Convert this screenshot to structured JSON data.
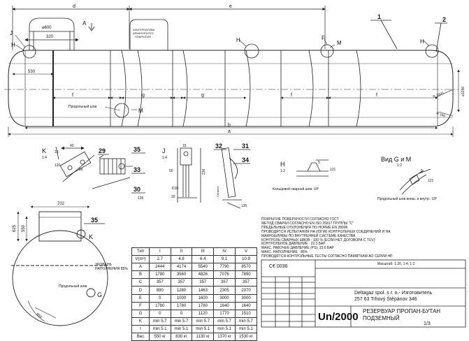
{
  "top_dims": {
    "d": "d",
    "e": "e"
  },
  "callouts": {
    "one": "1",
    "two": "2"
  },
  "section_mark": "A",
  "nozzle_diam": "⌀600",
  "dim_320": "320",
  "dim_530": "530",
  "armatura_cover_text": [
    "АЛЬТЕРНАТИВА",
    "АРМАТУРНОГО",
    "ПОКРЫТИЯ"
  ],
  "view_labels": {
    "J": "J",
    "H": "H",
    "F": "F",
    "M": "M"
  },
  "segment_labels": {
    "f": "f",
    "g": "g",
    "b": "b",
    "a": "a"
  },
  "radius_labels": {
    "r1000": "R 1000",
    "diam1250": "⌀1250",
    "r160": "R 160"
  },
  "weld_label": "Продольный шов",
  "detail_K": {
    "letter": "K",
    "scale": "1:4",
    "dims": [
      "16",
      "40",
      "80",
      "120"
    ],
    "callouts": [
      "29",
      "35",
      "33",
      "30"
    ],
    "angle": "135"
  },
  "detail_J": {
    "letter": "J",
    "scale": "1:4",
    "dims": [
      "15",
      "50",
      "D10",
      "230",
      "20"
    ],
    "callouts": [
      "32",
      "31",
      "34"
    ],
    "vert_label": "Сегмент",
    "angle": "135"
  },
  "detail_H": {
    "letter": "H",
    "scale": "1:2",
    "dims": [
      "5",
      "121"
    ],
    "caption": "Кольцевой сварной шов: UP"
  },
  "detail_GM": {
    "title": "Вид G и M",
    "scale": "1:2",
    "dims": [
      "5",
      "121"
    ],
    "caption": "Продольный шов внеш. и внутр.: UP"
  },
  "end_view": {
    "dims": [
      "702",
      "625",
      "550"
    ],
    "callouts": [
      "35",
      "K",
      "G"
    ],
    "level_text": [
      "УРОВЕНЬ",
      "НАПОЛНЕНИЯ 85%"
    ],
    "weld_label": "Продольный шов",
    "dim_650": "650"
  },
  "notes": [
    "ПОКРЫТИЕ ПОВЕРХНОСТИ СОГЛАСНО ГОСТ",
    "МЕТОД СВАРКИ СОГЛАСНО EN ISO 25817 ГРУППЫ \"C\"",
    "ПРЕДЕЛЬНЫЕ ОТКЛОНЕНИЯ ПО НОРМЕ EN 28006",
    "ПРОВОДЯТСЯ ИСПЫТАНИЯ НА ИЗГИБ КОНТРОЛЬНЫХ СОЕДИНЕНИЙ И НА",
    "МАКРОШЛИФЫ ПО ВНУТРЕННЕЙ СИСТЕМЕ КАЧЕСТВА",
    "КОНТРОЛЬ СВАРНЫХ ШВОВ : 100 % (ЕСЛИ НЕТ ДОГОВОРА С TÜV)",
    "КОНТРОЛЬНОЕ ДАВЛЕНИЕ : 22.3 БАР",
    "МАКС. РАБОЧЕЕ ДАВЛЕНИЕ (PS): 15.6 БАР",
    "МАКС. НАПОЛНЕНИЕ : 85%",
    "ПРОВОДЯТСЯ КОНТРОЛЬНЫЕ ТЕСТЫ СОГЛАСНО ПАМЯТКАМ АО СЕРИИ HP"
  ],
  "table": {
    "headers": [
      "Тип",
      "I",
      "II",
      "III",
      "IV",
      "V"
    ],
    "rows": [
      [
        "V(m³)",
        "2.7",
        "4.8",
        "6.4",
        "9.1",
        "10.9"
      ],
      [
        "A",
        "2444",
        "4174",
        "5540",
        "7790",
        "8570"
      ],
      [
        "B",
        "1780",
        "3560",
        "4826",
        "7076",
        "7890"
      ],
      [
        "C",
        "357",
        "357",
        "357",
        "357",
        "357"
      ],
      [
        "D",
        "890",
        "1280",
        "1463",
        "2305",
        "2370"
      ],
      [
        "E",
        "0",
        "1000",
        "1600",
        "3000",
        "3000"
      ],
      [
        "F",
        "1780",
        "1780",
        "1780",
        "1640",
        "1640"
      ],
      [
        "G",
        "0",
        "0",
        "1120",
        "1770",
        "1510"
      ],
      [
        "K",
        "min 5.7",
        "min 5.7",
        "min 5.7",
        "min 5.7",
        "min 5.7"
      ],
      [
        "I",
        "min 5.1",
        "min 5.1",
        "min 5.1",
        "min 5.1",
        "min 5.1"
      ],
      [
        "Вес",
        "550 кг",
        "830 кг",
        "1130 кг",
        "1370 кг",
        "1530 кг"
      ]
    ]
  },
  "title_block": {
    "ce_mark": "C€ 0036",
    "scale_label": "Масштаб: 1:20, 1:4, 1:2",
    "manufacturer": "Deltagaz spol. s r. o.- Изготовитель",
    "address": "257 63 Trhový Štěpánov   346",
    "drawing_number": "Un/2000",
    "title_line1": "РЕЗЕРВУАР ПРОПАН-БУТАН",
    "title_line2": "ПОДЗЕМНЫЙ",
    "sheet": "1/3"
  }
}
